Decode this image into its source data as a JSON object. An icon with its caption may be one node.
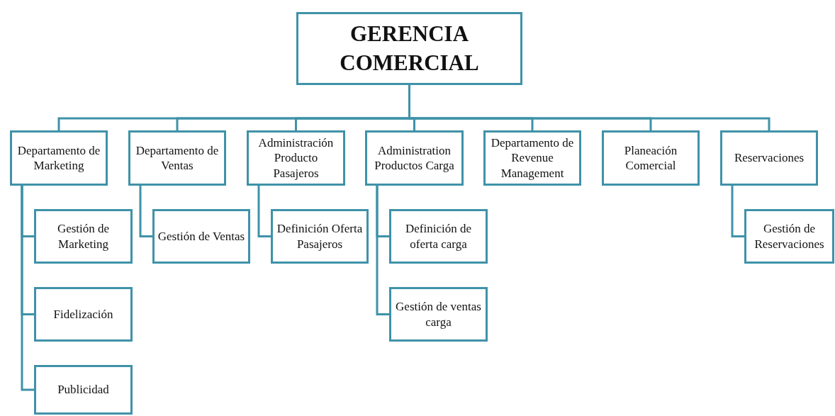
{
  "diagram": {
    "nodes": [
      {
        "text": [
          "GERENCIA COMERCIAL"
        ]
      },
      {
        "text": [
          "Departamento de Marketing"
        ]
      },
      {
        "text": [
          "Departamento de Ventas"
        ]
      },
      {
        "text": [
          "Administración Producto Pasajeros"
        ]
      },
      {
        "text": [
          "Administration Productos Carga"
        ]
      },
      {
        "text": [
          "Departamento de Revenue Management"
        ]
      },
      {
        "text": [
          "Planeación Comercial"
        ]
      },
      {
        "text": [
          "Reservaciones"
        ]
      },
      {
        "text": [
          "Gestión de Marketing"
        ]
      },
      {
        "text": [
          "Fidelización"
        ]
      },
      {
        "text": [
          "Publicidad"
        ]
      },
      {
        "text": [
          "Gestión de Ventas"
        ]
      },
      {
        "text": [
          "Definición Oferta Pasajeros"
        ]
      },
      {
        "text": [
          "Definición de oferta carga"
        ]
      },
      {
        "text": [
          "Gestión de ventas carga"
        ]
      },
      {
        "text": [
          "Gestión de Reservaciones"
        ]
      }
    ],
    "edges": [
      {
        "from": 0,
        "to": 1,
        "arrow": "none"
      },
      {
        "from": 0,
        "to": 2,
        "arrow": "none"
      },
      {
        "from": 0,
        "to": 3,
        "arrow": "none"
      },
      {
        "from": 0,
        "to": 4,
        "arrow": "none"
      },
      {
        "from": 0,
        "to": 5,
        "arrow": "none"
      },
      {
        "from": 0,
        "to": 6,
        "arrow": "none"
      },
      {
        "from": 0,
        "to": 7,
        "arrow": "none"
      },
      {
        "from": 1,
        "to": 8,
        "arrow": "none"
      },
      {
        "from": 1,
        "to": 9,
        "arrow": "none"
      },
      {
        "from": 1,
        "to": 10,
        "arrow": "none"
      },
      {
        "from": 2,
        "to": 11,
        "arrow": "none"
      },
      {
        "from": 3,
        "to": 12,
        "arrow": "none"
      },
      {
        "from": 4,
        "to": 13,
        "arrow": "none"
      },
      {
        "from": 4,
        "to": 14,
        "arrow": "none"
      },
      {
        "from": 7,
        "to": 15,
        "arrow": "none"
      }
    ]
  }
}
